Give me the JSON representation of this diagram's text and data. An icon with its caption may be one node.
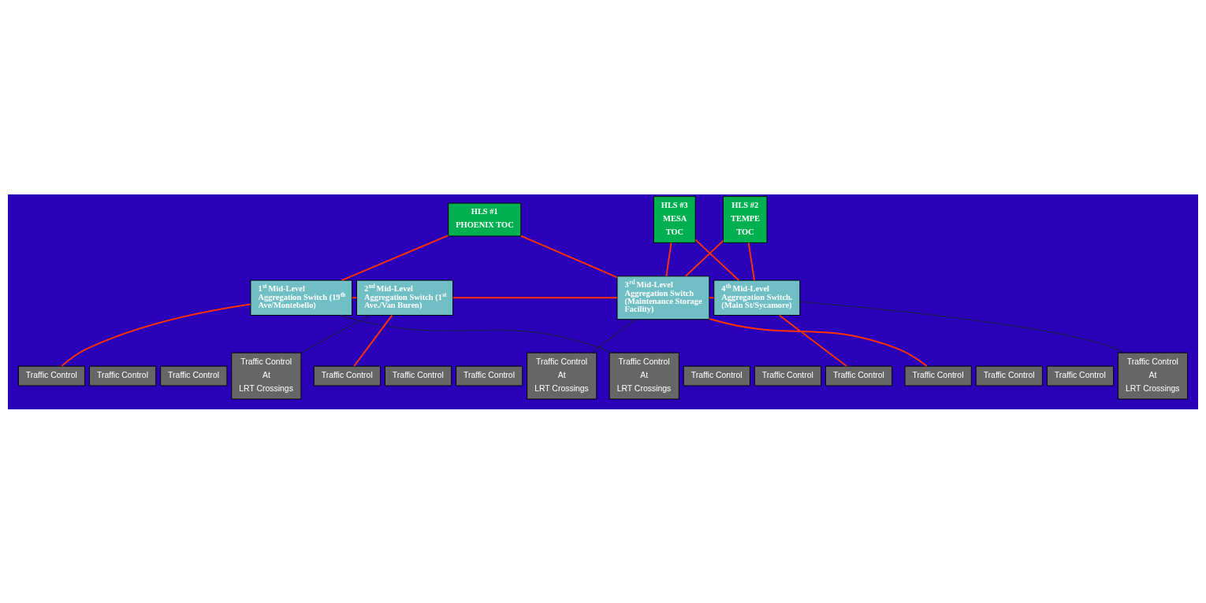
{
  "diagram": {
    "nodes": [
      {
        "text": [
          "HLS #1",
          "PHOENIX TOC"
        ]
      },
      {
        "text": [
          "HLS #2",
          "TEMPE",
          "TOC"
        ]
      },
      {
        "text": [
          "HLS #3",
          "MESA",
          "TOC"
        ]
      },
      {
        "text": [
          "1$^{st}$ Mid-Level Aggregation Switch (19$^{th}$ Ave/Montebello)"
        ]
      },
      {
        "text": [
          "2$^{nd}$ Mid-Level Aggregation Switch (1$^{st}$ Ave./Van Buren)"
        ]
      },
      {
        "text": [
          "3$^{rd}$ Mid-Level Aggregation Switch (Maintenance Storage Facility)"
        ]
      },
      {
        "text": [
          "4$^{th}$ Mid-Level Aggregation Switch. (Main St/Sycamore)"
        ]
      },
      {
        "text": [
          "Traffic Control"
        ]
      },
      {
        "text": [
          "Traffic Control"
        ]
      },
      {
        "text": [
          "Traffic Control"
        ]
      },
      {
        "text": [
          "Traffic Control",
          "At",
          "LRT Crossings"
        ]
      },
      {
        "text": [
          "Traffic Control"
        ]
      },
      {
        "text": [
          "Traffic Control"
        ]
      },
      {
        "text": [
          "Traffic Control"
        ]
      },
      {
        "text": [
          "Traffic Control",
          "At",
          "LRT Crossings"
        ]
      },
      {
        "text": [
          "Traffic Control"
        ]
      },
      {
        "text": [
          "Traffic Control"
        ]
      },
      {
        "text": [
          "Traffic Control"
        ]
      },
      {
        "text": [
          "Traffic Control",
          "At",
          "LRT Crossings"
        ]
      },
      {
        "text": [
          "Traffic Control"
        ]
      },
      {
        "text": [
          "Traffic Control"
        ]
      },
      {
        "text": [
          "Traffic Control"
        ]
      },
      {
        "text": [
          "Traffic Control",
          "At",
          "LRT Crossings"
        ]
      }
    ],
    "edges": [
      {
        "from": 0,
        "to": 3,
        "arrow": "none"
      },
      {
        "from": 0,
        "to": 5,
        "arrow": "none"
      },
      {
        "from": 1,
        "to": 5,
        "arrow": "none"
      },
      {
        "from": 1,
        "to": 6,
        "arrow": "none"
      },
      {
        "from": 2,
        "to": 5,
        "arrow": "none"
      },
      {
        "from": 2,
        "to": 6,
        "arrow": "none"
      },
      {
        "from": 3,
        "to": 4,
        "arrow": "none"
      },
      {
        "from": 4,
        "to": 5,
        "arrow": "none"
      },
      {
        "from": 5,
        "to": 6,
        "arrow": "none"
      },
      {
        "from": 3,
        "to": 7,
        "arrow": "none"
      },
      {
        "from": 4,
        "to": 11,
        "arrow": "none"
      },
      {
        "from": 5,
        "to": 15,
        "arrow": "none"
      },
      {
        "from": 6,
        "to": 19,
        "arrow": "none"
      },
      {
        "from": 3,
        "to": 22,
        "arrow": "none",
        "style": "dashed",
        "color": "#1a1a4d"
      },
      {
        "from": 4,
        "to": 10,
        "arrow": "none",
        "style": "dashed",
        "color": "#1a1a4d"
      },
      {
        "from": 5,
        "to": 14,
        "arrow": "none",
        "style": "dashed",
        "color": "#1a1a4d"
      },
      {
        "from": 6,
        "to": 18,
        "arrow": "none",
        "style": "dashed",
        "color": "#1a1a4d"
      }
    ]
  }
}
